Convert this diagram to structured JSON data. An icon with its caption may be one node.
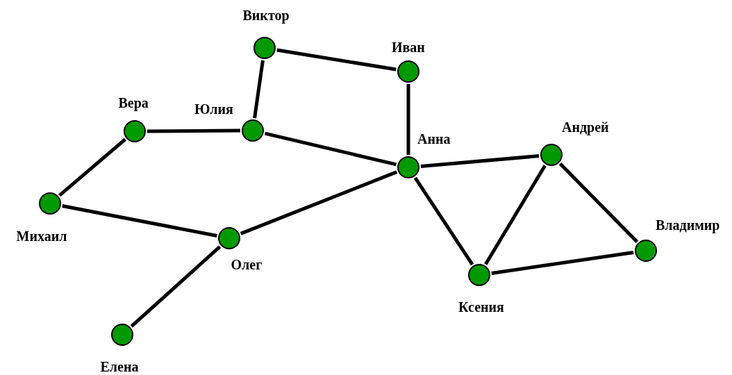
{
  "diagram": {
    "nodes": [
      {
        "text": [
          "Виктор"
        ]
      },
      {
        "text": [
          "Иван"
        ]
      },
      {
        "text": [
          "Вера"
        ]
      },
      {
        "text": [
          "Юлия"
        ]
      },
      {
        "text": [
          "Анна"
        ]
      },
      {
        "text": [
          "Андрей"
        ]
      },
      {
        "text": [
          "Михаил"
        ]
      },
      {
        "text": [
          "Олег"
        ]
      },
      {
        "text": [
          "Владимир"
        ]
      },
      {
        "text": [
          "Ксения"
        ]
      },
      {
        "text": [
          "Елена"
        ]
      }
    ],
    "edges": [
      {
        "from": 0,
        "to": 1,
        "arrow": "none"
      },
      {
        "from": 0,
        "to": 3,
        "arrow": "none"
      },
      {
        "from": 1,
        "to": 4,
        "arrow": "none"
      },
      {
        "from": 2,
        "to": 3,
        "arrow": "none"
      },
      {
        "from": 3,
        "to": 4,
        "arrow": "none"
      },
      {
        "from": 2,
        "to": 6,
        "arrow": "none"
      },
      {
        "from": 6,
        "to": 7,
        "arrow": "none"
      },
      {
        "from": 7,
        "to": 4,
        "arrow": "none"
      },
      {
        "from": 7,
        "to": 10,
        "arrow": "none"
      },
      {
        "from": 4,
        "to": 5,
        "arrow": "none"
      },
      {
        "from": 4,
        "to": 9,
        "arrow": "none"
      },
      {
        "from": 5,
        "to": 9,
        "arrow": "none"
      },
      {
        "from": 5,
        "to": 8,
        "arrow": "none"
      },
      {
        "from": 9,
        "to": 8,
        "arrow": "none"
      }
    ]
  }
}
